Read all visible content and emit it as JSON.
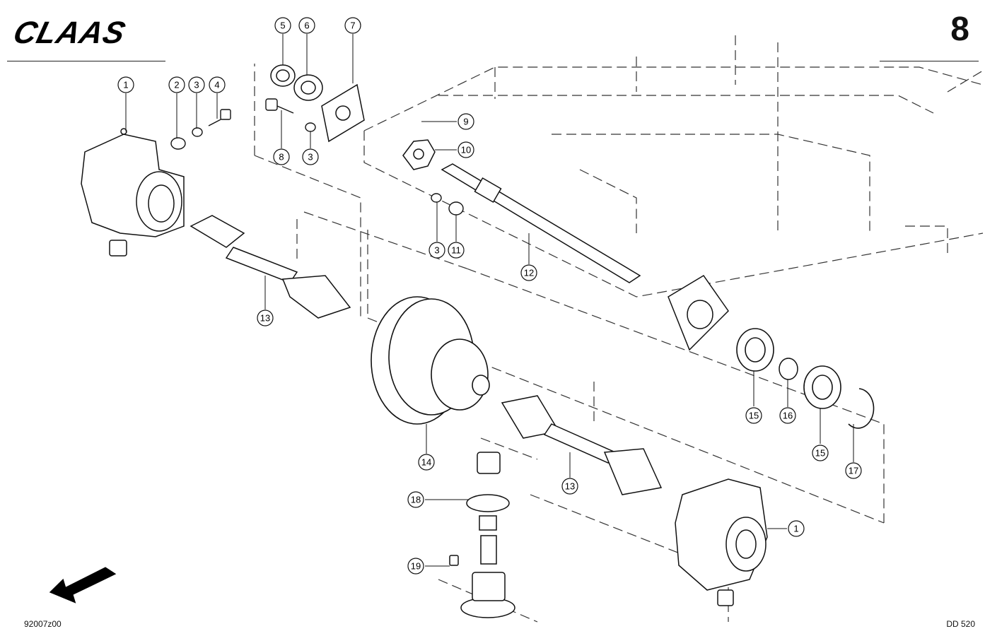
{
  "header": {
    "brand": "CLAAS",
    "page_number": "8"
  },
  "footer": {
    "drawing_id": "92007z00",
    "model": "DD 520"
  },
  "callouts": [
    {
      "label": "1"
    },
    {
      "label": "2"
    },
    {
      "label": "3"
    },
    {
      "label": "4"
    },
    {
      "label": "5"
    },
    {
      "label": "6"
    },
    {
      "label": "7"
    },
    {
      "label": "8"
    },
    {
      "label": "3"
    },
    {
      "label": "9"
    },
    {
      "label": "10"
    },
    {
      "label": "3"
    },
    {
      "label": "11"
    },
    {
      "label": "12"
    },
    {
      "label": "13"
    },
    {
      "label": "14"
    },
    {
      "label": "15"
    },
    {
      "label": "16"
    },
    {
      "label": "15"
    },
    {
      "label": "17"
    },
    {
      "label": "13"
    },
    {
      "label": "18"
    },
    {
      "label": "1"
    },
    {
      "label": "19"
    }
  ],
  "icons": {
    "direction_arrow": "arrow-down-left-icon"
  }
}
